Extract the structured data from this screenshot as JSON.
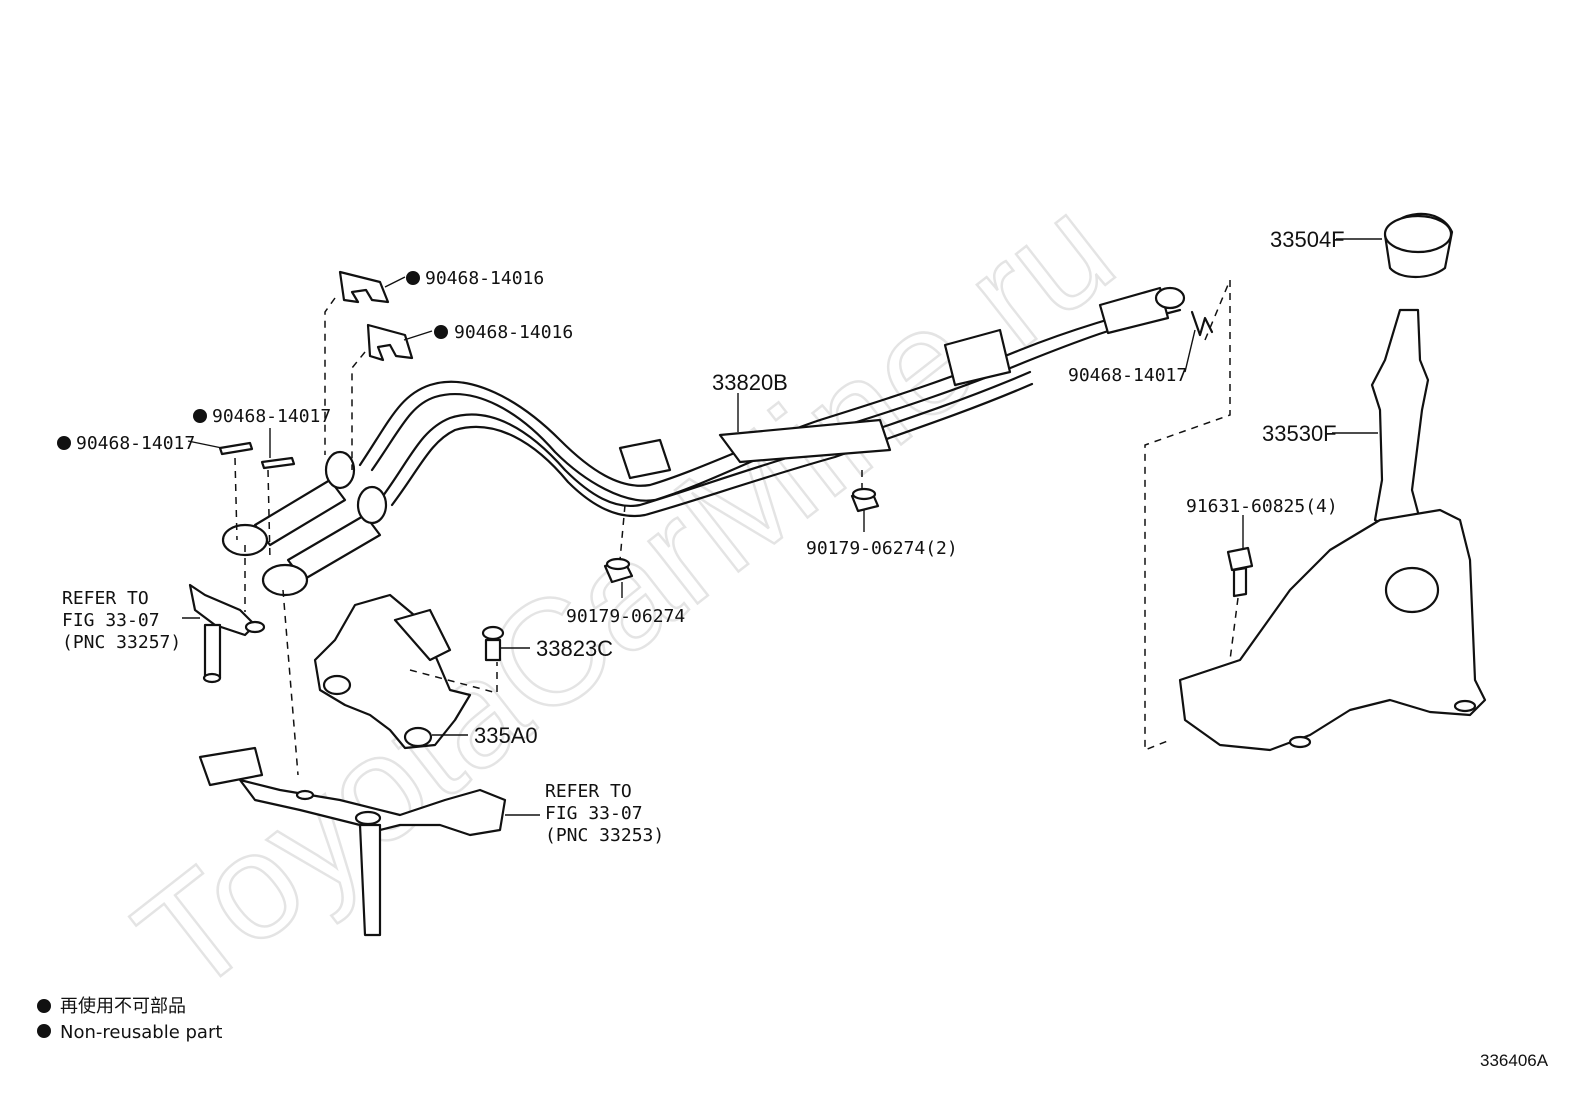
{
  "watermark": "ToyotaCarMine.ru",
  "parts": {
    "clip_upper": "90468-14016",
    "clip_lower": "90468-14016",
    "pin_a": "90468-14017",
    "pin_b": "90468-14017",
    "pin_right": "90468-14017",
    "cable_assy": "33820B",
    "nut_center": "90179-06274",
    "nut_right": "90179-06274(2)",
    "bolt_bracket": "33823C",
    "bracket": "335A0",
    "knob": "33504F",
    "lever": "33530F",
    "bolt_base": "91631-60825(4)"
  },
  "refer_left": {
    "line1": "REFER TO",
    "line2": "FIG 33-07",
    "line3": "(PNC 33257)"
  },
  "refer_bottom": {
    "line1": "REFER TO",
    "line2": "FIG 33-07",
    "line3": "(PNC 33253)"
  },
  "legend": {
    "japanese": "再使用不可部品",
    "english": "Non-reusable part"
  },
  "diagram_code": "336406A"
}
